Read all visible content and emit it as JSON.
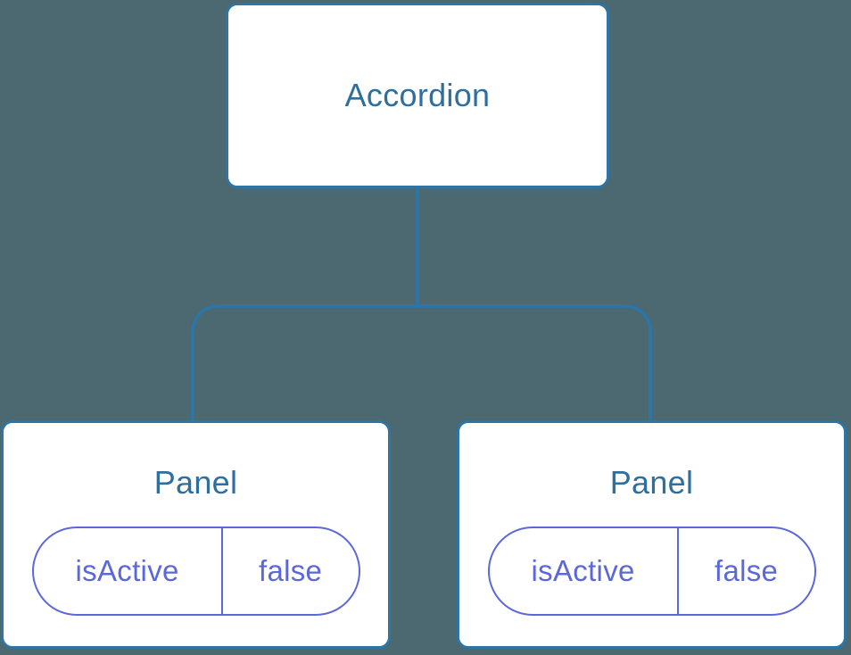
{
  "diagram": {
    "root": {
      "label": "Accordion"
    },
    "panels": [
      {
        "label": "Panel",
        "state": {
          "key": "isActive",
          "value": "false"
        }
      },
      {
        "label": "Panel",
        "state": {
          "key": "isActive",
          "value": "false"
        }
      }
    ]
  },
  "colors": {
    "canvas-bg": "#4C6972",
    "card-bg": "#FFFFFF",
    "connector-blue": "#2E74A4",
    "node-border-blue": "#2E74A4",
    "node-text-blue": "#2E6F9E",
    "state-indigo": "#5C68D9"
  }
}
